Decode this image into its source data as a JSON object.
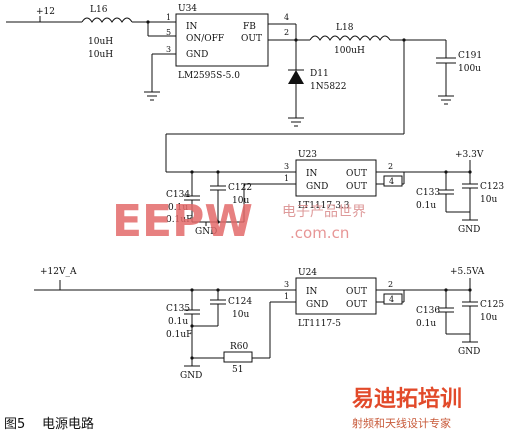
{
  "caption": {
    "fig": "图5",
    "title": "电源电路"
  },
  "watermark": {
    "brand": "EEPW",
    "cn": "电子产品世界",
    "url": ".com.cn",
    "color": "#e36a6a"
  },
  "logo": {
    "title": "易迪拓培训",
    "subtitle": "射频和天线设计专家",
    "color": "#e24a2a"
  },
  "nets": {
    "vin_top": "+12",
    "vin_bottom": "+12V_A",
    "v33": "+3.3V",
    "v55": "+5.5VA"
  },
  "gnd": "GND",
  "u34": {
    "ref": "U34",
    "part": "LM2595S-5.0",
    "pin_in": "IN",
    "pin_onoff": "ON/OFF",
    "pin_gnd": "GND",
    "pin_fb": "FB",
    "pin_out": "OUT",
    "p1": "1",
    "p5": "5",
    "p3": "3",
    "p4": "4",
    "p2": "2"
  },
  "l16": {
    "ref": "L16",
    "v1": "10uH",
    "v2": "10uH"
  },
  "l18": {
    "ref": "L18",
    "value": "100uH"
  },
  "d11": {
    "ref": "D11",
    "part": "1N5822"
  },
  "c191": {
    "ref": "C191",
    "value": "100u"
  },
  "u23": {
    "ref": "U23",
    "part": "LT1117-3.3",
    "pin_in": "IN",
    "pin_gnd": "GND",
    "pin_out1": "OUT",
    "pin_out2": "OUT",
    "p3": "3",
    "p1": "1",
    "p2": "2",
    "p4": "4"
  },
  "c_in33": {
    "ref_a": "C134",
    "val_a": "0.1u",
    "val_a2": "0.1uF",
    "ref_b": "C122",
    "val_b": "10u"
  },
  "c_out33": {
    "ref_a": "C133",
    "val_a": "0.1u",
    "ref_b": "C123",
    "val_b": "10u"
  },
  "u24": {
    "ref": "U24",
    "part": "LT1117-5",
    "pin_in": "IN",
    "pin_gnd": "GND",
    "pin_out1": "OUT",
    "pin_out2": "OUT",
    "p3": "3",
    "p1": "1",
    "p2": "2",
    "p4": "4"
  },
  "c_in5": {
    "ref_a": "C135",
    "val_a": "0.1u",
    "val_a2": "0.1uF",
    "ref_b": "C124",
    "val_b": "10u"
  },
  "c_out5": {
    "ref_a": "C136",
    "val_a": "0.1u",
    "ref_b": "C125",
    "val_b": "10u"
  },
  "r60": {
    "ref": "R60",
    "value": "51"
  }
}
